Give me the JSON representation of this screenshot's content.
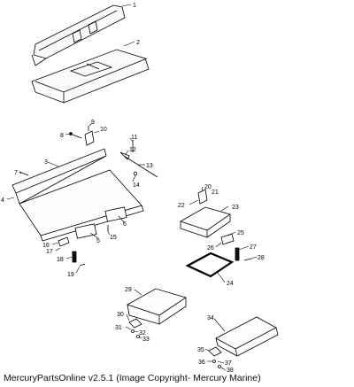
{
  "footer": {
    "text": "MercuryPartsOnline v2.5.1 (Image Copyright- Mercury Marine)"
  },
  "callouts": {
    "c1": "1",
    "c2": "2",
    "c3": "3",
    "c4": "4",
    "c5": "5",
    "c6": "6",
    "c7": "7",
    "c8": "8",
    "c9": "9",
    "c10": "10",
    "c11": "11",
    "c12": "12",
    "c13": "13",
    "c14": "14",
    "c15": "15",
    "c16": "16",
    "c17": "17",
    "c18": "18",
    "c19": "19",
    "c20": "20",
    "c21": "21",
    "c22": "22",
    "c23": "23",
    "c24": "24",
    "c25": "25",
    "c26": "26",
    "c27": "27",
    "c28": "28",
    "c29": "29",
    "c30": "30",
    "c31": "31",
    "c32": "32",
    "c33": "33",
    "c34": "34",
    "c35": "35",
    "c36": "36",
    "c37": "37",
    "c38": "38"
  }
}
